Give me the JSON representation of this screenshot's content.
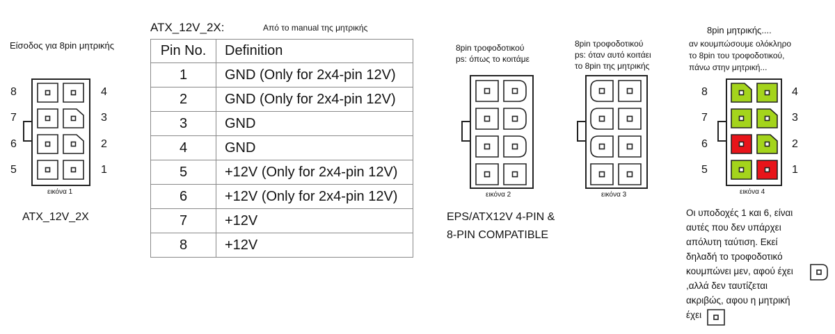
{
  "left": {
    "input_label": "Είσοδος για 8pin μητρικής",
    "caption": "εικόνα 1",
    "connector_name": "ATX_12V_2X",
    "pin_labels_left": [
      "8",
      "7",
      "6",
      "5"
    ],
    "pin_labels_right": [
      "4",
      "3",
      "2",
      "1"
    ]
  },
  "table_section": {
    "title": "ATX_12V_2X:",
    "note": "Από το manual της μητρικής",
    "headers": [
      "Pin No.",
      "Definition"
    ],
    "rows": [
      [
        "1",
        "GND (Only for 2x4-pin 12V)"
      ],
      [
        "2",
        "GND (Only for 2x4-pin 12V)"
      ],
      [
        "3",
        "GND"
      ],
      [
        "4",
        "GND"
      ],
      [
        "5",
        "+12V (Only for 2x4-pin 12V)"
      ],
      [
        "6",
        "+12V (Only for 2x4-pin 12V)"
      ],
      [
        "7",
        "+12V"
      ],
      [
        "8",
        "+12V"
      ]
    ]
  },
  "fig2": {
    "title_line1": "8pin τροφοδοτικού",
    "title_line2": "ps: όπως το κοιτάμε",
    "caption": "εικόνα 2",
    "compat_line1": "EPS/ATX12V 4-PIN &",
    "compat_line2": "8-PIN COMPATIBLE"
  },
  "fig3": {
    "title_line1": "8pin τροφοδοτικού",
    "title_line2": "ps: όταν αυτό κοιτάει",
    "title_line3": "το 8pin της μητρικής",
    "caption": "εικόνα 3"
  },
  "fig4": {
    "title": "8pin μητρικής....",
    "desc_line1": "αν κουμπώσουμε ολόκληρο",
    "desc_line2": "το 8pin του τροφοδοτικού,",
    "desc_line3": "πάνω στην μητρική...",
    "caption": "εικόνα 4",
    "pin_labels_left": [
      "8",
      "7",
      "6",
      "5"
    ],
    "pin_labels_right": [
      "4",
      "3",
      "2",
      "1"
    ]
  },
  "explanation": {
    "line1": "Οι υποδοχές 1 και 6, είναι",
    "line2": "αυτές που δεν υπάρχει",
    "line3": "απόλυτη ταύτιση. Εκεί",
    "line4": "δηλαδή το τροφοδοτικό",
    "line5": "κουμπώνει μεν, αφού έχει",
    "line6": ",αλλά δεν ταυτίζεται",
    "line7": "ακριβώς, αφου η μητρική",
    "line8": "έχει"
  },
  "colors": {
    "match": "#a4d41c",
    "mismatch": "#e8141a",
    "outline": "#222222"
  }
}
